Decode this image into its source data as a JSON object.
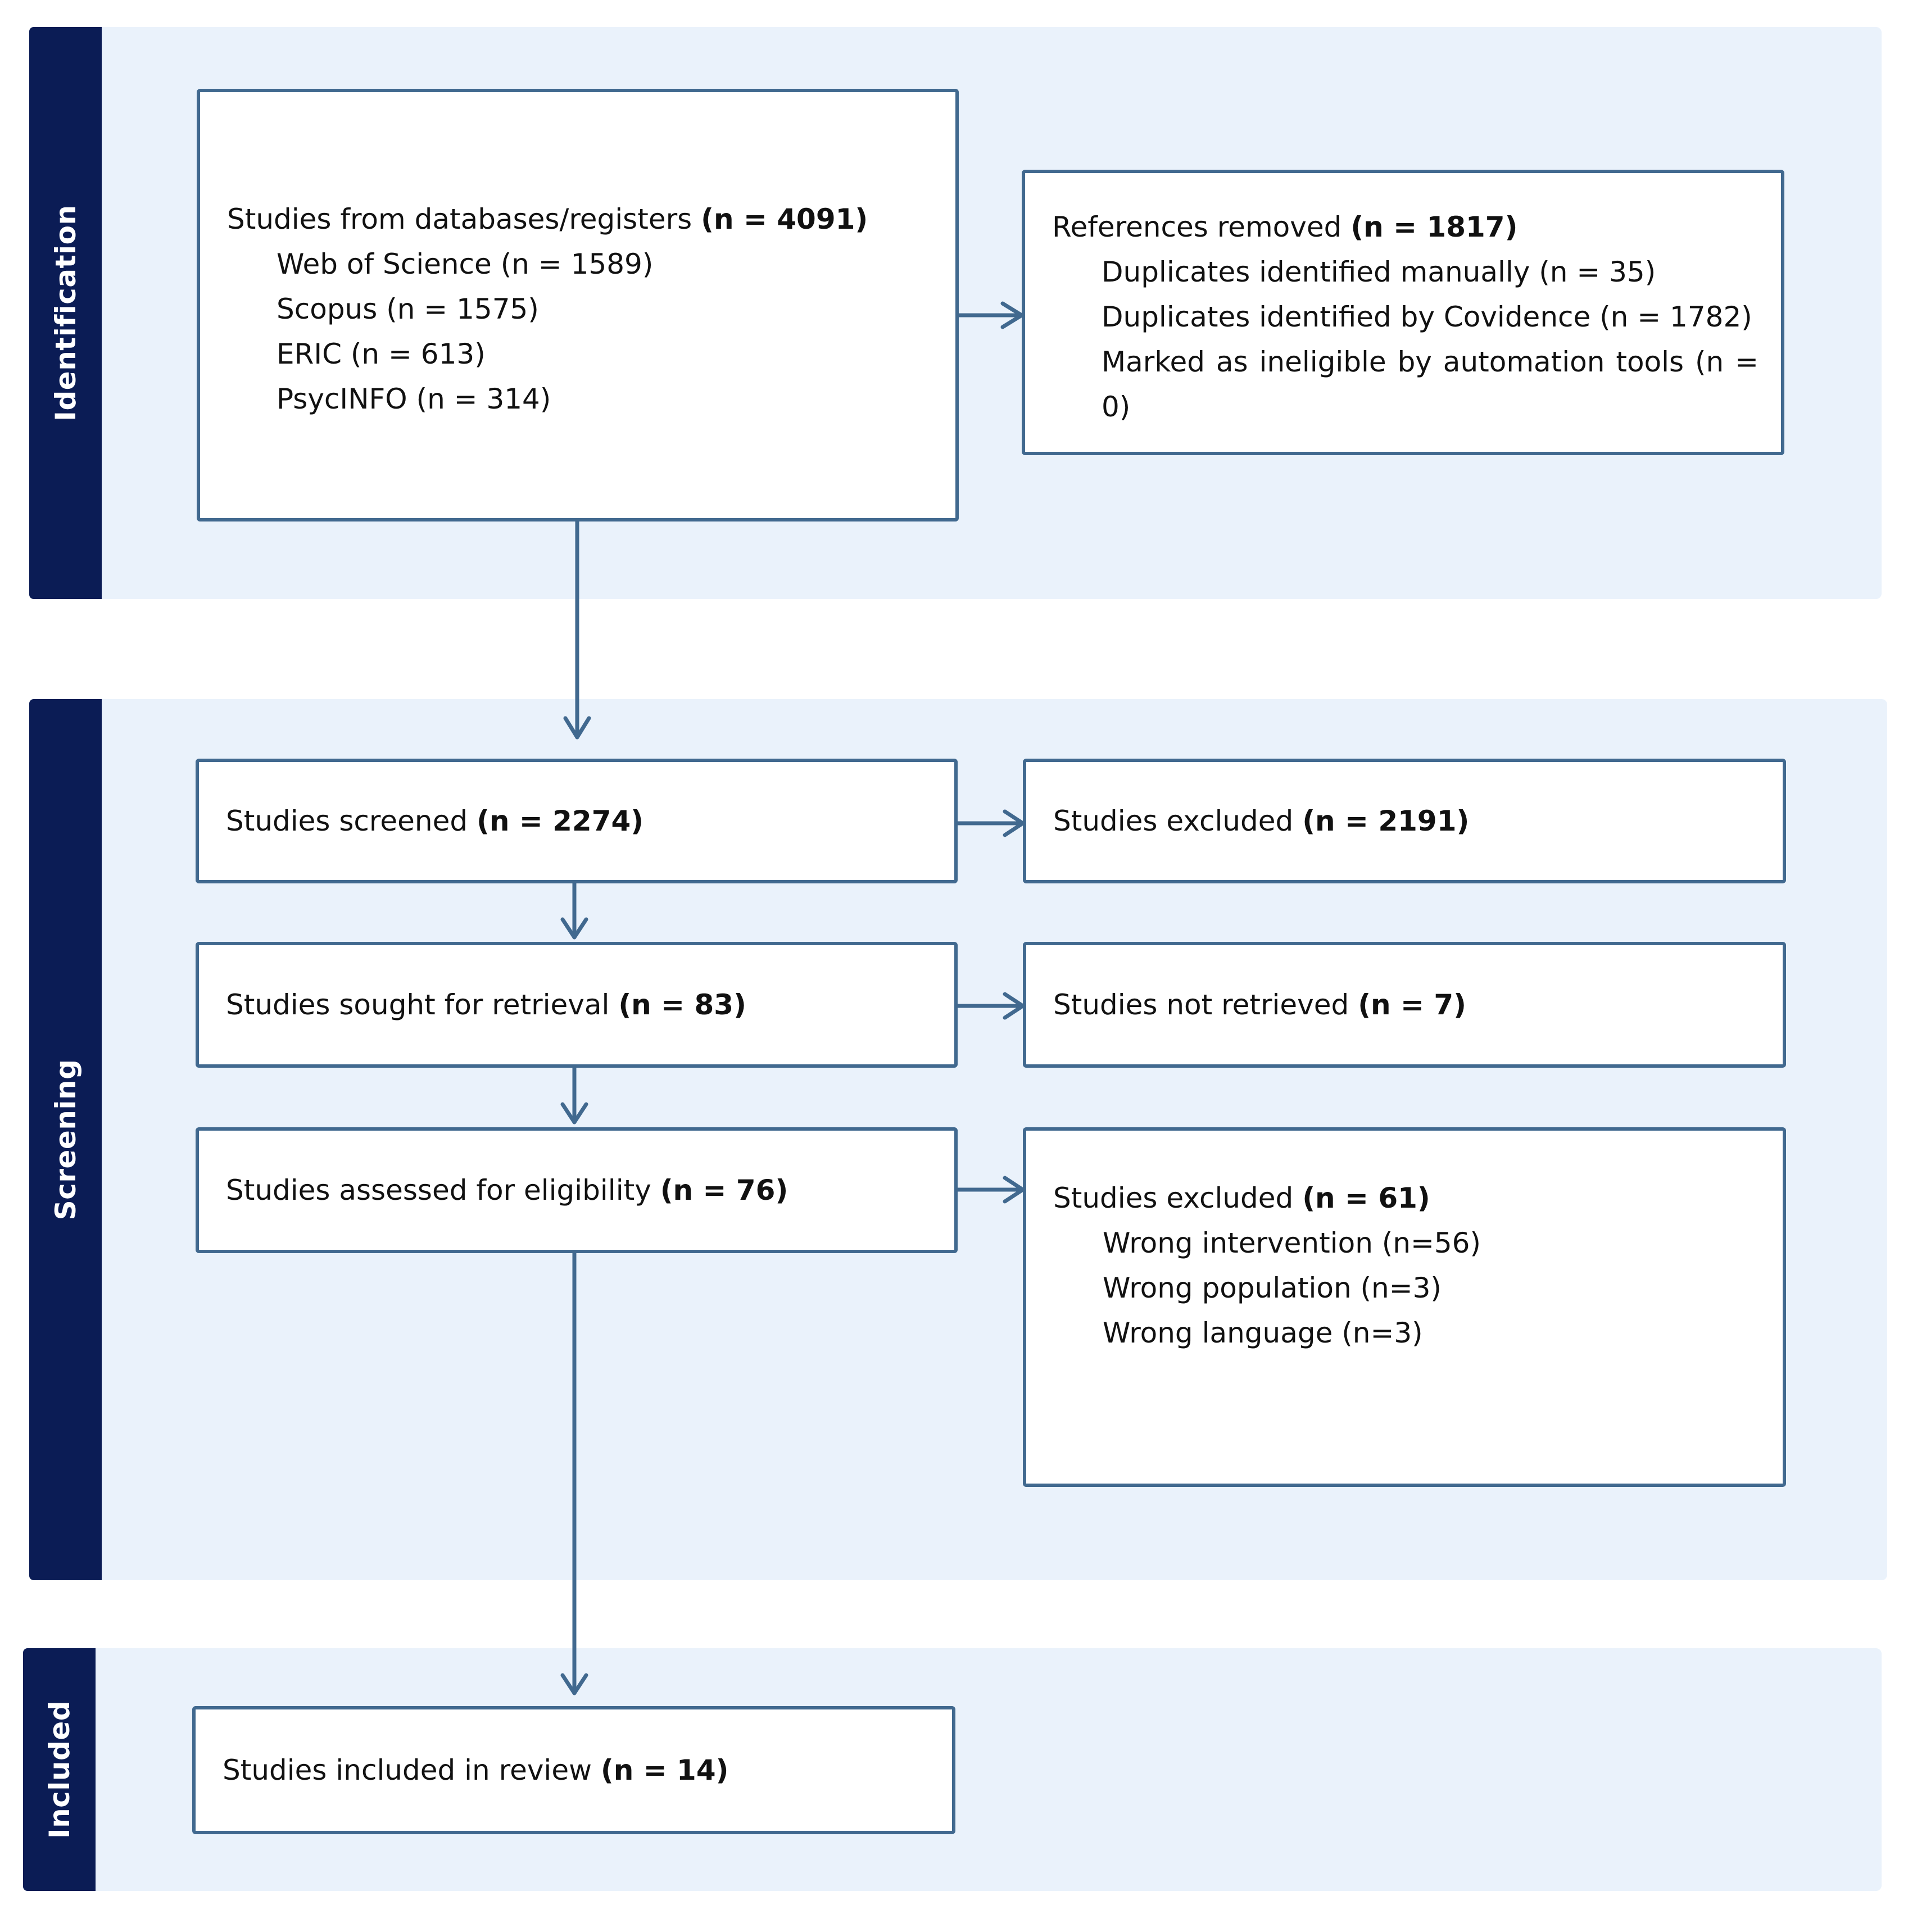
{
  "phases": {
    "identification": "Identification",
    "screening": "Screening",
    "included": "Included"
  },
  "identification": {
    "records": {
      "label": "Studies from databases/registers",
      "count": "(n = 4091)",
      "sources": [
        "Web of Science (n = 1589)",
        "Scopus (n = 1575)",
        "ERIC (n = 613)",
        "PsycINFO (n = 314)"
      ]
    },
    "removed": {
      "label": "References removed",
      "count": "(n = 1817)",
      "reasons": [
        "Duplicates identified manually (n = 35)",
        "Duplicates identified by Covidence (n = 1782)",
        "Marked as ineligible by automation tools (n = 0)"
      ]
    }
  },
  "screening": {
    "screened": {
      "label": "Studies screened",
      "count": "(n = 2274)"
    },
    "excluded": {
      "label": "Studies excluded",
      "count": "(n = 2191)"
    },
    "sought": {
      "label": "Studies sought for retrieval",
      "count": "(n = 83)"
    },
    "not_retrieved": {
      "label": "Studies not retrieved",
      "count": "(n = 7)"
    },
    "assessed": {
      "label": "Studies assessed for eligibility",
      "count": "(n = 76)"
    },
    "excluded_eligibility": {
      "label": "Studies excluded",
      "count": "(n = 61)",
      "reasons": [
        "Wrong intervention (n=56)",
        "Wrong population (n=3)",
        "Wrong language (n=3)"
      ]
    }
  },
  "included": {
    "studies": {
      "label": "Studies included in review",
      "count": "(n = 14)"
    }
  }
}
